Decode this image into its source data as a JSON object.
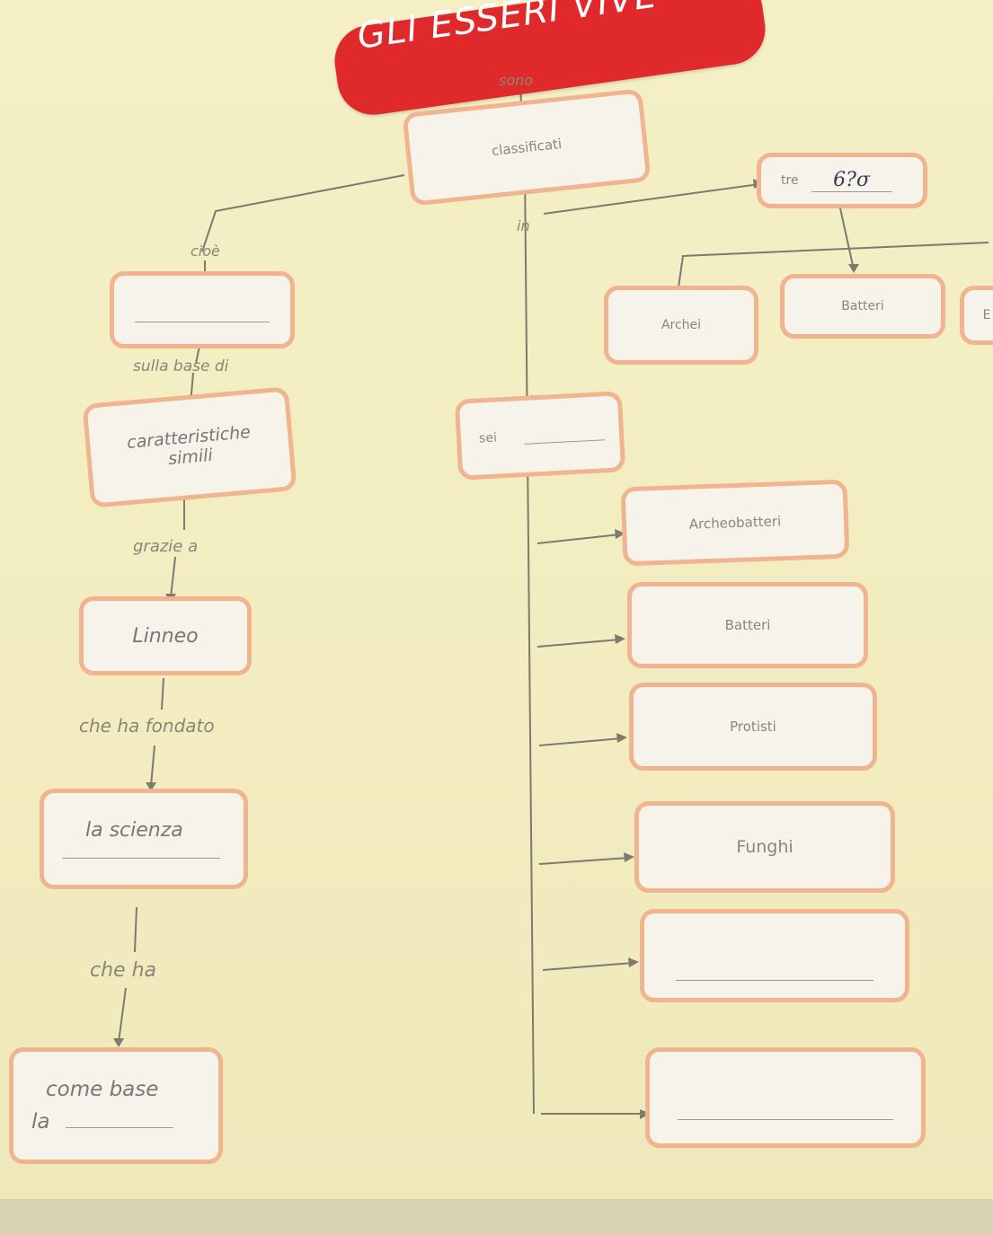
{
  "title": "GLI ESSERI VIVE",
  "center": {
    "link_sono": "sono",
    "classified_label": "classificati",
    "link_in": "in",
    "link_tre_prefix": "tre",
    "tre_handwritten": "6?σ",
    "domains": [
      "Archei",
      "Batteri",
      "E"
    ],
    "sei_label": "sei",
    "kingdoms": [
      "Archeobatteri",
      "Batteri",
      "Protisti",
      "Funghi",
      "",
      ""
    ]
  },
  "left_chain": {
    "link_cioe": "cioè",
    "box1": "",
    "link_sulla_base": "sulla base di",
    "box2": "caratteristiche simili",
    "link_grazie": "grazie a",
    "box3": "Linneo",
    "link_fondato": "che ha fondato",
    "box4": "la scienza",
    "link_che_ha": "che ha",
    "box5_line1": "come base",
    "box5_line2": "la"
  }
}
